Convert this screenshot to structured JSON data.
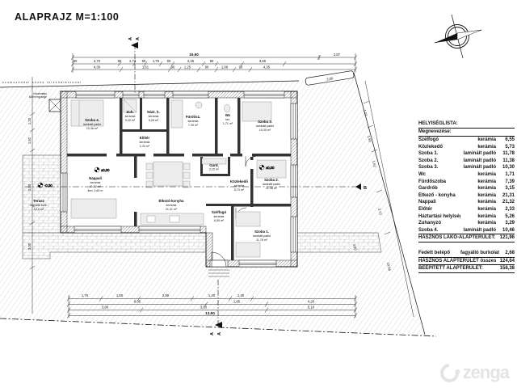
{
  "header": {
    "title": "ALAPRAJZ  M=1:100"
  },
  "site": {
    "boundary_label": "szomszéddal közös telekhatárvonal",
    "heat_pump_1": "hőszivattyú",
    "heat_pump_2": "kültéri egysége"
  },
  "levels": {
    "interior": "±0,00",
    "interior2": "±0,00",
    "terrace": "-0,30"
  },
  "plan": {
    "szoba4": {
      "name": "Szoba 4.",
      "floor": "laminált padló",
      "area": "10,46 m²"
    },
    "zuhanyzo": {
      "name": "Zuh.",
      "floor": "kerámia",
      "area": "3,29 m²"
    },
    "haztartasi": {
      "name": "Házt. h.",
      "floor": "kerámia",
      "area": "5,26 m²"
    },
    "eloter": {
      "name": "Előtér",
      "floor": "kerámia",
      "area": "2,33 m²"
    },
    "furdoszoba": {
      "name": "Fürdősz.",
      "floor": "kerámia",
      "area": "7,39 m²"
    },
    "wc": {
      "name": "Wc",
      "floor": "ker.",
      "area": "1,71 m²"
    },
    "szoba3": {
      "name": "Szoba 3.",
      "floor": "laminált padló",
      "area": "10,30 m²"
    },
    "gardrob": {
      "name": "Gard.",
      "floor": "kerámia",
      "area": "3,15 m²"
    },
    "kozlekedo": {
      "name": "Közlekedő",
      "floor": "kerámia",
      "area": "5,73 m²"
    },
    "szoba2": {
      "name": "Szoba 2.",
      "floor": "laminált padló",
      "area": "11,38 m²"
    },
    "nappali": {
      "name": "Nappali",
      "floor": "kerámia",
      "area": "21,32 m²",
      "extra": "lbm: 2,60 m"
    },
    "etkezo": {
      "name": "Étkező-konyha",
      "floor": "kerámia",
      "area": "21,31 m²"
    },
    "szelfogo": {
      "name": "Szélfogó",
      "floor": "kerámia",
      "area": "6,55 m²"
    },
    "szoba1": {
      "name": "Szoba 1.",
      "floor": "laminált padló",
      "area": "11,78 m²"
    },
    "terasz": {
      "name": "Terasz",
      "floor": "fagyálló burk.",
      "area": "12,0 m²"
    }
  },
  "dims": {
    "top_total": "15,90",
    "top_right": "2,87",
    "top_row2": [
      "90",
      "3,70",
      "90",
      "1,73",
      "90",
      "1,75",
      "90",
      "2,46",
      "90",
      "3,66"
    ],
    "top_row3": [
      "4,30",
      "1,61",
      "90",
      "1,25",
      "90",
      "1,08",
      "90",
      "4,35"
    ],
    "bottom_row1": [
      "1,70",
      "1,50",
      "2,80",
      "1,20",
      "1,30"
    ],
    "bottom_row2": [
      "8,05",
      "1,85",
      "4,20"
    ],
    "bottom_row3": [
      "3,90",
      "3,00",
      "5,10"
    ],
    "bottom_total": "13,90",
    "left_chain": [
      "1,20",
      "1,92",
      "2,00",
      "3,00"
    ],
    "right_chain": [
      "1,07",
      "1,50",
      "1,52",
      "3,73",
      "10,04"
    ],
    "setback": "3,00",
    "setback2": "3,00",
    "section_a": "A",
    "section_b": "B"
  },
  "table": {
    "title": "HELYISÉGLISTA:",
    "header": "Megnevezése:",
    "rows": [
      {
        "name": "Szélfogó",
        "floor": "kerámia",
        "area": "6,55"
      },
      {
        "name": "Közlekedő",
        "floor": "kerámia",
        "area": "5,73"
      },
      {
        "name": "Szoba 1.",
        "floor": "laminált padló",
        "area": "11,78"
      },
      {
        "name": "Szoba 2.",
        "floor": "laminált padló",
        "area": "11,38"
      },
      {
        "name": "Szoba 3.",
        "floor": "laminált padló",
        "area": "10,30"
      },
      {
        "name": "Wc",
        "floor": "kerámia",
        "area": "1,71"
      },
      {
        "name": "Fürdőszoba",
        "floor": "kerámia",
        "area": "7,39"
      },
      {
        "name": "Gardrób",
        "floor": "kerámia",
        "area": "3,15"
      },
      {
        "name": "Étkező - konyha",
        "floor": "kerámia",
        "area": "21,31"
      },
      {
        "name": "Nappali",
        "floor": "kerámia",
        "area": "21,32"
      },
      {
        "name": "Előtér",
        "floor": "kerámia",
        "area": "2,33"
      },
      {
        "name": "Háztartási helyiség",
        "floor": "kerámia",
        "area": "5,26"
      },
      {
        "name": "Zuhanyzó",
        "floor": "kerámia",
        "area": "3,29"
      },
      {
        "name": "Szoba 4.",
        "floor": "laminált padló",
        "area": "10,46"
      }
    ],
    "subtotal_label": "HASZNOS LAKÓ-ALAPTERÜLET:",
    "subtotal_value": "121,96",
    "extra": {
      "name": "Fedett belépő",
      "floor": "fagyálló burkolat",
      "area": "2,68"
    },
    "total1_label": "HASZNOS ALAPTERÜLET összesen:",
    "total1_value": "124,64",
    "total2_label": "BEÉPÍTETT ALAPTERÜLET:",
    "total2_value": "158,38"
  },
  "watermark": {
    "text": "zenga"
  },
  "colors": {
    "line": "#111111",
    "terrain_hatch": "#b3b3b3",
    "stone": "#bbbbbb",
    "furniture": "#ededed",
    "watermark": "#e4e4e4"
  }
}
